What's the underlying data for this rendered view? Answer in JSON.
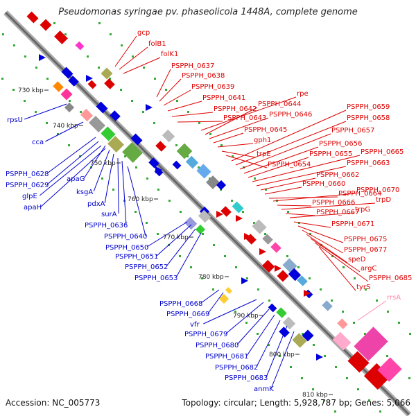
{
  "title": "Pseudomonas syringae pv. phaseolicola 1448A, complete genome",
  "accession": "Accession: NC_005773",
  "stats": "Topology: circular; Length: 5,928,787 bp; Genes: 5,066",
  "scale_labels": [
    "730 kbp",
    "740 kbp",
    "750 kbp",
    "760 kbp",
    "770 kbp",
    "780 kbp",
    "790 kbp",
    "800 kbp",
    "810 kbp"
  ],
  "colors": {
    "forward": "#dd0000",
    "reverse": "#0000cc",
    "rna": "#ff88aa"
  },
  "blue_labels": [
    "rpsU",
    "cca",
    "PSPPH_0628",
    "PSPPH_0629",
    "glpE",
    "apaH",
    "apaG",
    "ksgA",
    "pdxA",
    "surA",
    "PSPPH_0636",
    "PSPPH_0640",
    "PSPPH_0650",
    "PSPPH_0651",
    "PSPPH_0652",
    "PSPPH_0653",
    "PSPPH_0668",
    "PSPPH_0669",
    "vfr",
    "PSPPH_0679",
    "PSPPH_0680",
    "PSPPH_0681",
    "PSPPH_0682",
    "PSPPH_0683",
    "anmK"
  ],
  "red_labels": [
    "gcp",
    "folB1",
    "folK1",
    "PSPPH_0637",
    "PSPPH_0638",
    "PSPPH_0639",
    "PSPPH_0641",
    "PSPPH_0642",
    "PSPPH_0643",
    "rpe",
    "PSPPH_0644",
    "PSPPH_0646",
    "PSPPH_0645",
    "gph1",
    "trpE",
    "PSPPH_0654",
    "PSPPH_0659",
    "PSPPH_0658",
    "PSPPH_0657",
    "PSPPH_0656",
    "PSPPH_0655",
    "PSPPH_0665",
    "PSPPH_0663",
    "PSPPH_0662",
    "PSPPH_0660",
    "PSPPH_0664",
    "PSPPH_0670",
    "PSPPH_0666",
    "trpD",
    "PSPPH_0667",
    "trpG",
    "PSPPH_0671",
    "PSPPH_0675",
    "PSPPH_0677",
    "speD",
    "argC",
    "PSPPH_0685",
    "tyrS"
  ],
  "pink_labels": [
    "rrsA"
  ]
}
